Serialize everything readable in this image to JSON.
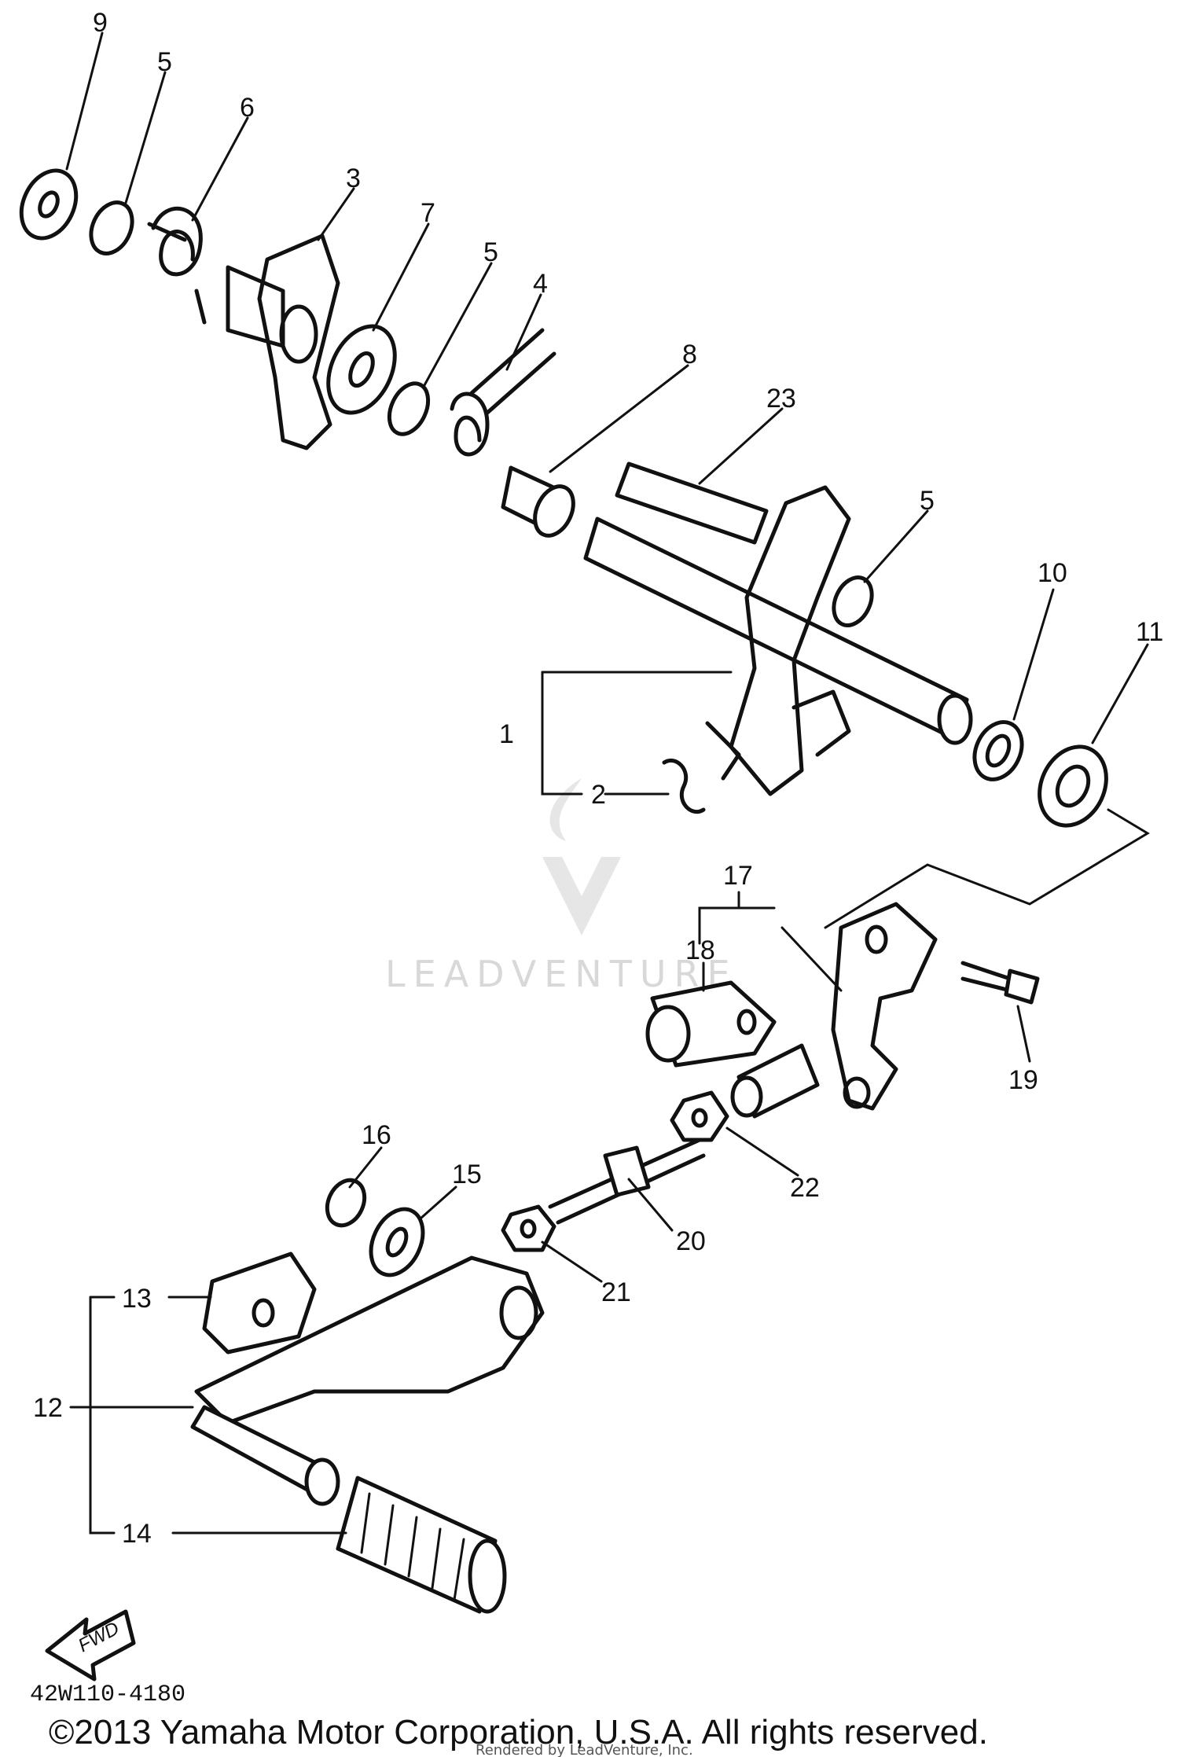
{
  "diagram": {
    "callouts": [
      {
        "id": "c9",
        "text": "9"
      },
      {
        "id": "c5a",
        "text": "5"
      },
      {
        "id": "c6",
        "text": "6"
      },
      {
        "id": "c3",
        "text": "3"
      },
      {
        "id": "c7",
        "text": "7"
      },
      {
        "id": "c5b",
        "text": "5"
      },
      {
        "id": "c4",
        "text": "4"
      },
      {
        "id": "c8",
        "text": "8"
      },
      {
        "id": "c23",
        "text": "23"
      },
      {
        "id": "c5c",
        "text": "5"
      },
      {
        "id": "c10",
        "text": "10"
      },
      {
        "id": "c11",
        "text": "11"
      },
      {
        "id": "c1",
        "text": "1"
      },
      {
        "id": "c2",
        "text": "2"
      },
      {
        "id": "c17",
        "text": "17"
      },
      {
        "id": "c18",
        "text": "18"
      },
      {
        "id": "c19",
        "text": "19"
      },
      {
        "id": "c16",
        "text": "16"
      },
      {
        "id": "c15",
        "text": "15"
      },
      {
        "id": "c22",
        "text": "22"
      },
      {
        "id": "c20",
        "text": "20"
      },
      {
        "id": "c21",
        "text": "21"
      },
      {
        "id": "c13",
        "text": "13"
      },
      {
        "id": "c12",
        "text": "12"
      },
      {
        "id": "c14",
        "text": "14"
      }
    ],
    "fwd_label": "FWD",
    "drawing_code": "42W110-4180",
    "watermark": "LEADVENTURE",
    "copyright": "©2013 Yamaha Motor Corporation, U.S.A. All rights reserved.",
    "rendered_by": "Rendered by LeadVenture, Inc."
  }
}
